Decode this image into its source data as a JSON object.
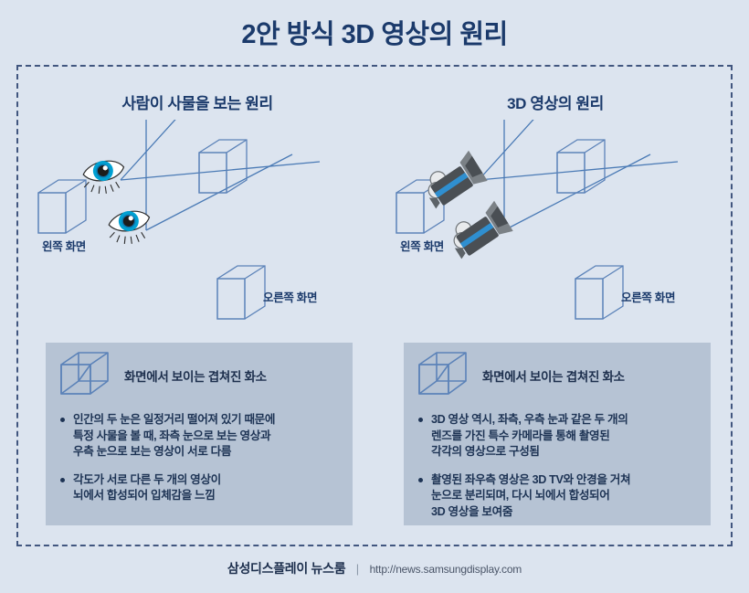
{
  "title": "2안 방식 3D 영상의 원리",
  "colors": {
    "background": "#dce4ef",
    "title_text": "#1b3a6b",
    "frame_border": "#41567f",
    "line_blue": "#4a7ab5",
    "cube_stroke": "#5b82b8",
    "panel_bg": "#b6c3d4",
    "panel_text": "#1d3354",
    "eye_iris": "#00a0d2",
    "eye_iris_dark": "#0d75ad",
    "camera_body": "#4a4f54",
    "camera_stripe": "#2f8fd0"
  },
  "columns": [
    {
      "id": "human-vision",
      "heading": "사람이 사물을 보는 원리",
      "viewpoint_icon": "eye-icon",
      "labels": {
        "left_screen": "왼쪽 화면",
        "right_screen": "오른쪽 화면"
      },
      "panel": {
        "icon": "overlap-cube-icon",
        "title": "화면에서 보이는 겹쳐진 화소",
        "bullets": [
          "인간의 두 눈은 일정거리 떨어져 있기 때문에\n특정 사물을 볼 때, 좌측 눈으로 보는 영상과\n우측 눈으로 보는 영상이 서로 다름",
          "각도가 서로 다른 두 개의 영상이\n뇌에서 합성되어 입체감을 느낌"
        ]
      }
    },
    {
      "id": "3d-video",
      "heading": "3D 영상의 원리",
      "viewpoint_icon": "video-camera-icon",
      "labels": {
        "left_screen": "왼쪽 화면",
        "right_screen": "오른쪽 화면"
      },
      "panel": {
        "icon": "overlap-cube-icon",
        "title": "화면에서 보이는 겹쳐진 화소",
        "bullets": [
          "3D 영상 역시, 좌측, 우측 눈과 같은 두 개의\n렌즈를 가진 특수 카메라를 통해 촬영된\n각각의 영상으로 구성됨",
          "촬영된 좌우측 영상은 3D TV와 안경을 거쳐\n눈으로 분리되며, 다시 뇌에서 합성되어\n3D 영상을 보여줌"
        ]
      }
    }
  ],
  "footer": {
    "brand": "삼성디스플레이 뉴스룸",
    "separator": "|",
    "url": "http://news.samsungdisplay.com"
  }
}
